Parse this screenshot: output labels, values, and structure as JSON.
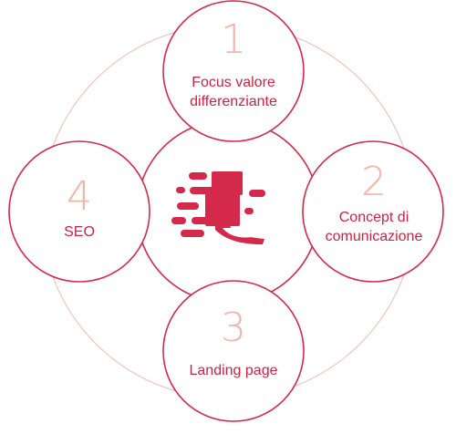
{
  "colors": {
    "primary": "#d4294a",
    "ring": "#efc4bb",
    "number": "#f0b6a9",
    "text": "#cc2244",
    "logo": "#d4294a"
  },
  "logo": {
    "icon": "brand-logo-icon"
  },
  "steps": [
    {
      "number": "1",
      "label": "Focus valore differenziante"
    },
    {
      "number": "2",
      "label": "Concept di comunicazione"
    },
    {
      "number": "3",
      "label": "Landing page"
    },
    {
      "number": "4",
      "label": "SEO"
    }
  ]
}
